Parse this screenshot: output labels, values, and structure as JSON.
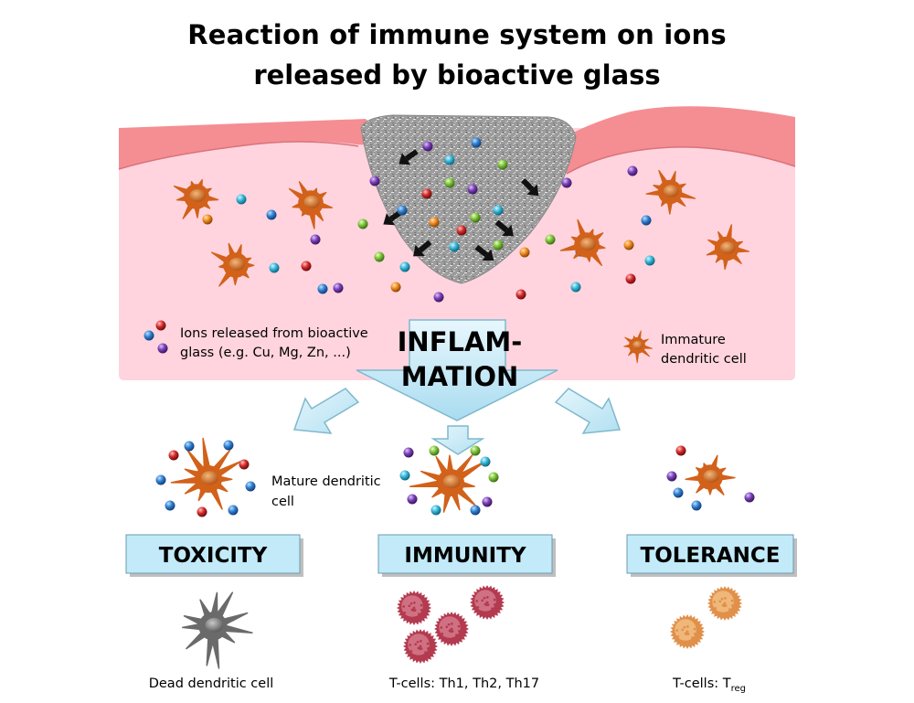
{
  "title": {
    "line1": "Reaction of immune system on ions",
    "line2": "released by bioactive glass"
  },
  "center_arrow": {
    "line1": "INFLAM-",
    "line2": "MATION"
  },
  "legend": {
    "ions_line1": "Ions released from bioactive",
    "ions_line2": "glass (e.g. Cu, Mg, Zn, ...)",
    "immature_line1": "Immature",
    "immature_line2": "dendritic cell"
  },
  "mature_label_line1": "Mature dendritic",
  "mature_label_line2": "cell",
  "outcomes": [
    {
      "label": "TOXICITY",
      "caption": "Dead dendritic cell"
    },
    {
      "label": "IMMUNITY",
      "caption": "T-cells: Th1, Th2, Th17"
    },
    {
      "label": "TOLERANCE",
      "caption_main": "T-cells: T",
      "caption_sub": "reg"
    }
  ],
  "colors": {
    "skin": "#ffd4de",
    "skin_top": "#f48e93",
    "dendritic_cell": "#d2611a",
    "dead_cell": "#6a6a6a",
    "t_cell_immunity": "#b33a4f",
    "t_cell_treg": "#e0904a",
    "ion_blue": "#2f80d0",
    "ion_red": "#d42a2a",
    "ion_purple": "#7a3fb5",
    "ion_green": "#7cc23a",
    "ion_orange": "#f08a1e",
    "ion_cyan": "#33b6d8",
    "arrow_fill": "#bfe6f4"
  }
}
